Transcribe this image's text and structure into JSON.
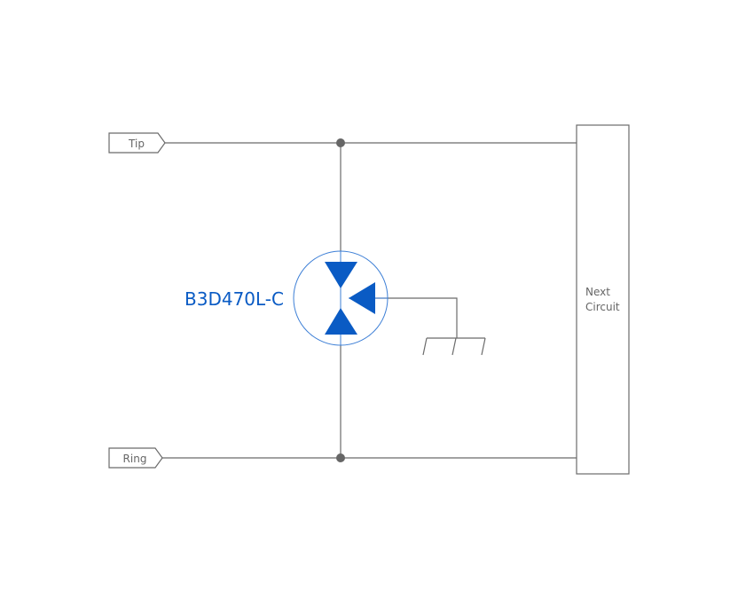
{
  "inputs": {
    "tip": "Tip",
    "ring": "Ring"
  },
  "device": {
    "label": "B3D470L-C"
  },
  "output": {
    "line1": "Next",
    "line2": "Circuit"
  },
  "colors": {
    "accent": "#0a5bc4",
    "wire": "#666666",
    "circle": "#3d7fd6"
  }
}
